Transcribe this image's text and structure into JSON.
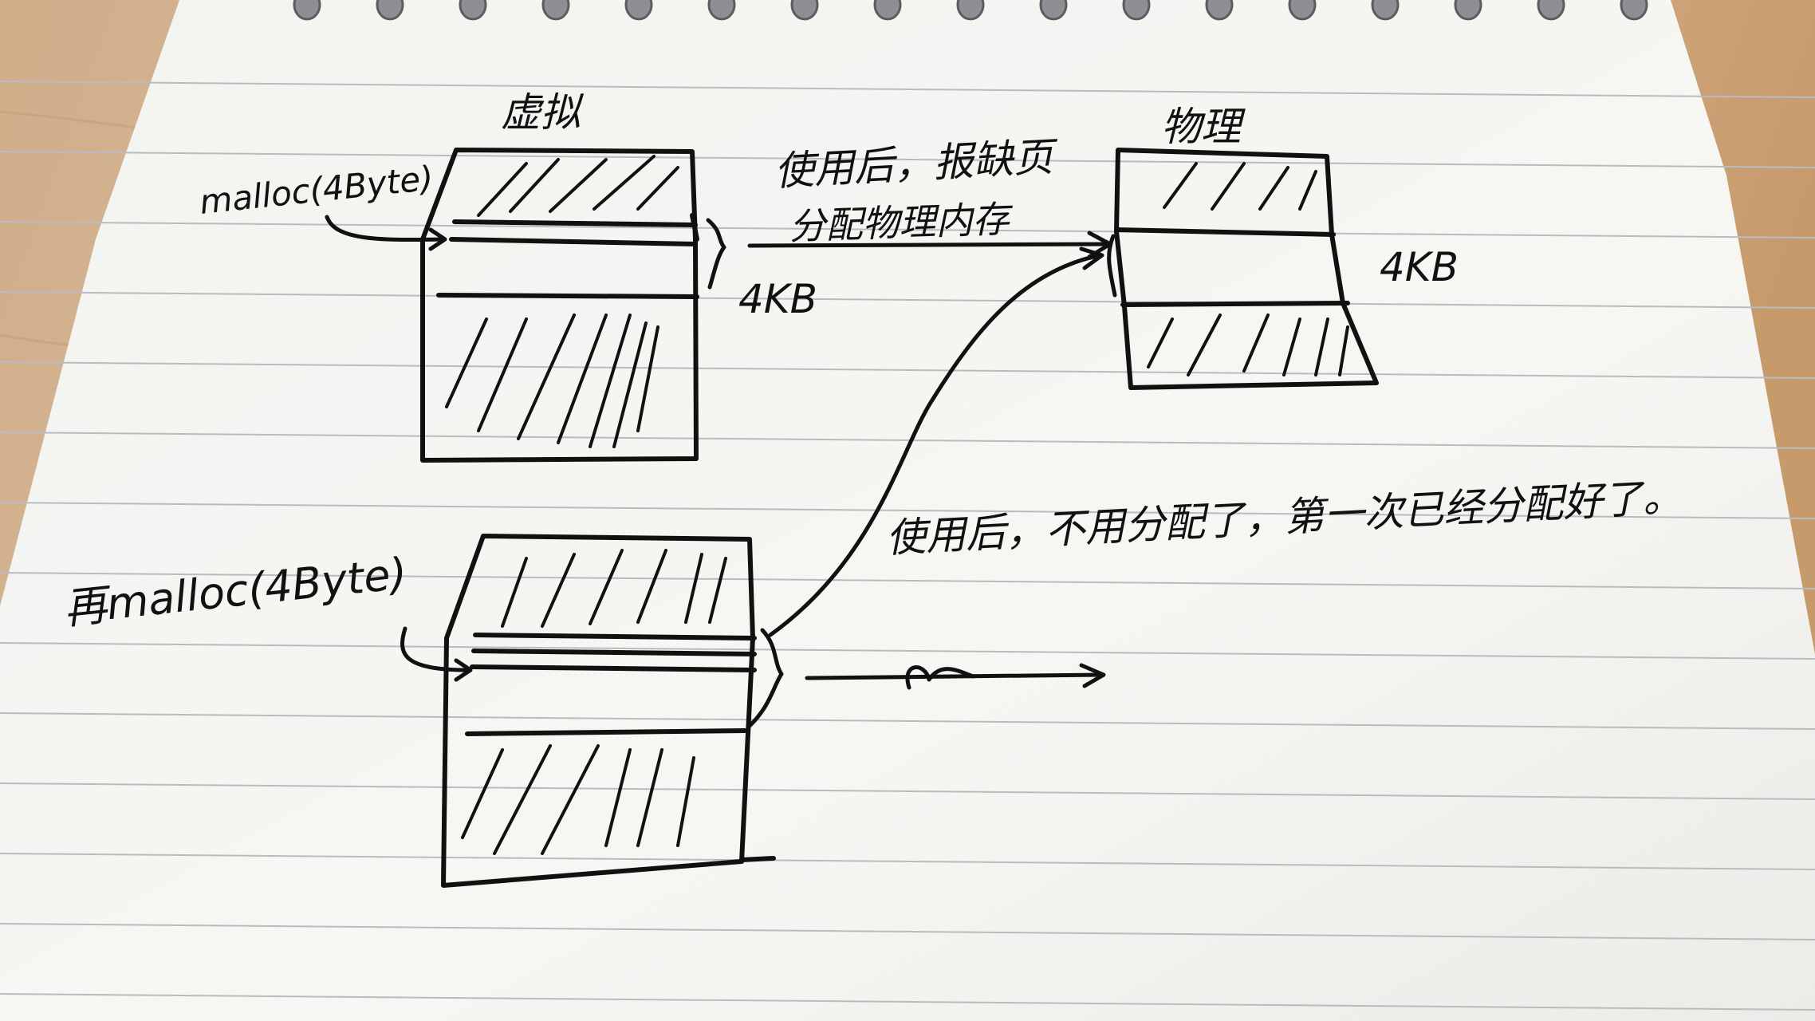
{
  "diagram": {
    "virtual_label": "虚拟",
    "physical_label": "物理",
    "malloc_first": "malloc(4Byte)",
    "malloc_second": "再malloc(4Byte)",
    "size_virtual": "4KB",
    "size_physical": "4KB",
    "annotation_first_line1": "使用后，报缺页",
    "annotation_first_line2": "分配物理内存",
    "annotation_second": "使用后，不用分配了，第一次已经分配好了。"
  },
  "colors": {
    "paper": "#f4f4f1",
    "ruled_line": "#b8bcc2",
    "ink": "#111111",
    "wood": "#d7b897"
  },
  "icons": [
    "spiral-binding-ring"
  ]
}
